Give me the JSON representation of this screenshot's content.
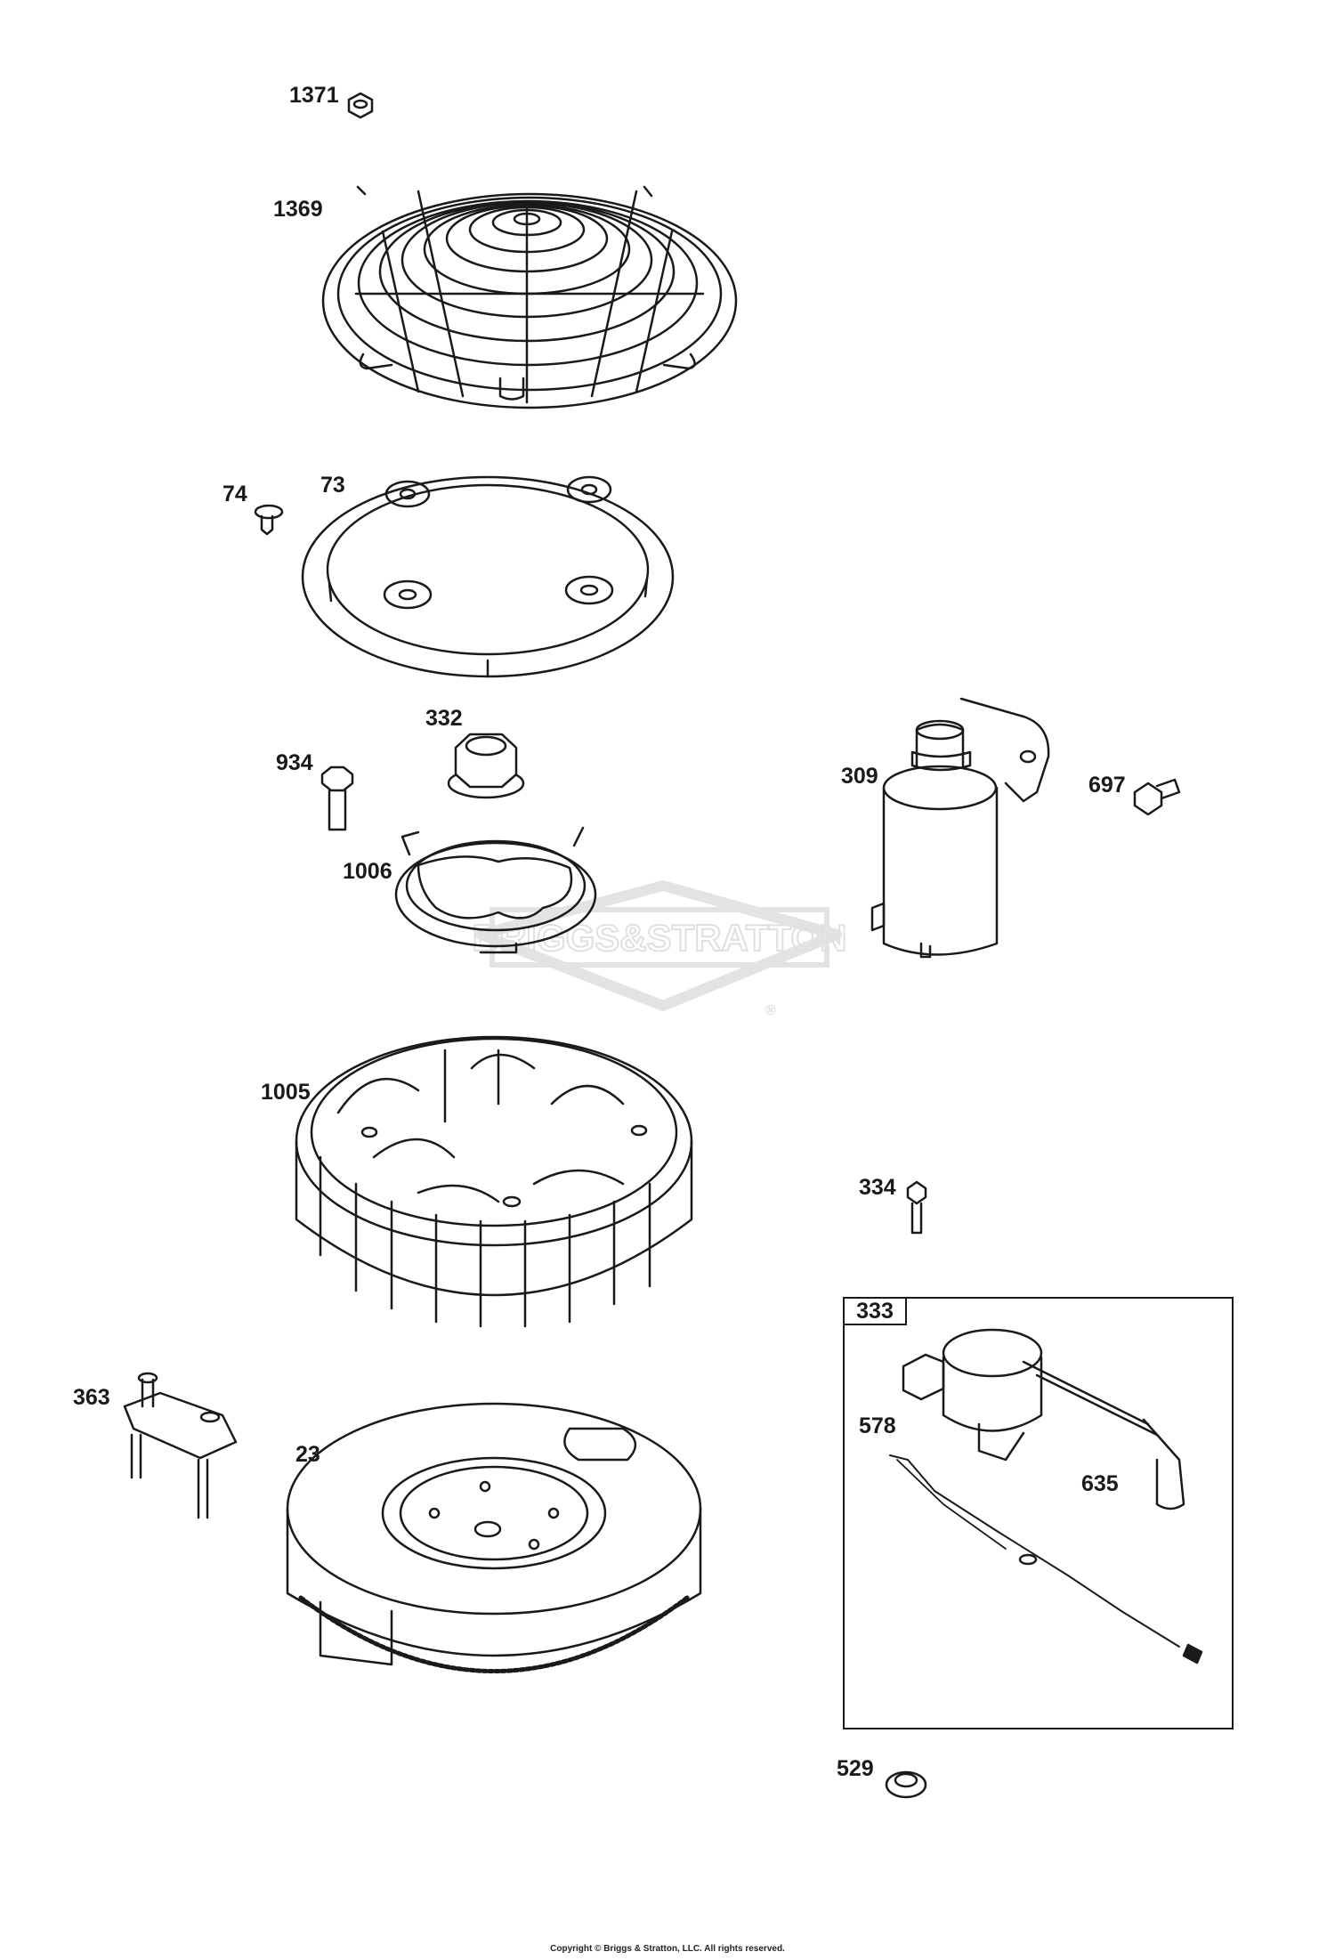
{
  "watermark": {
    "brand": "BRIGGS&STRATTON",
    "registered": "®"
  },
  "labels": {
    "p1371": "1371",
    "p1369": "1369",
    "p74": "74",
    "p73": "73",
    "p332": "332",
    "p934": "934",
    "p309": "309",
    "p697": "697",
    "p1006": "1006",
    "p1005": "1005",
    "p334": "334",
    "p363": "363",
    "p23": "23",
    "p578": "578",
    "p635": "635",
    "p529": "529"
  },
  "kit": {
    "number": "333"
  },
  "footer": {
    "copyright": "Copyright © Briggs & Stratton, LLC. All rights reserved."
  },
  "colors": {
    "line": "#1a1a1a",
    "watermark": "#e3e3e3",
    "background": "#ffffff"
  }
}
